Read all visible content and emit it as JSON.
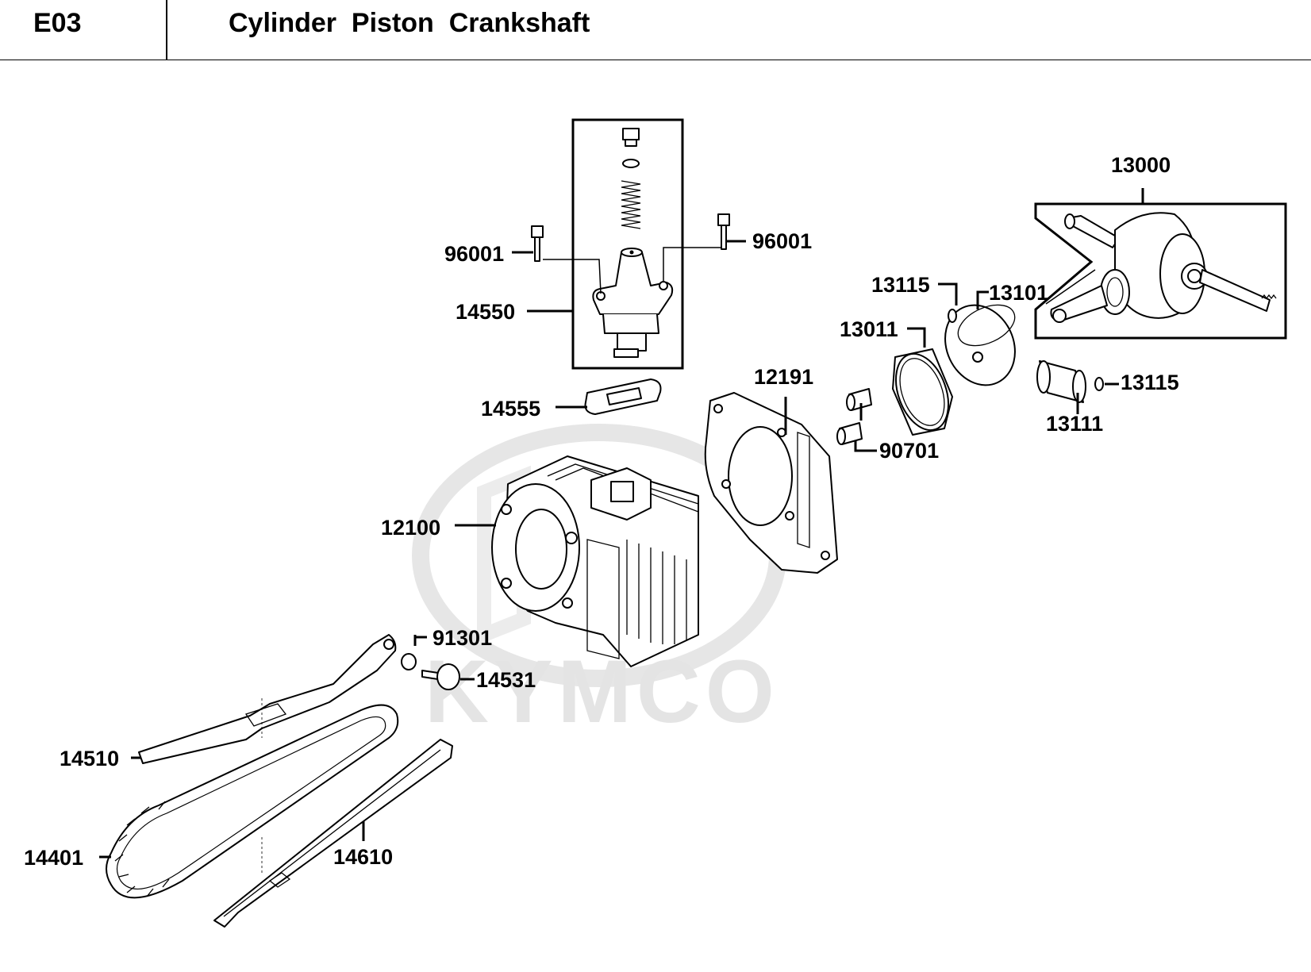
{
  "header": {
    "section_code": "E03",
    "title": "Cylinder  Piston  Crankshaft"
  },
  "watermark": {
    "brand": "KYMCO"
  },
  "parts": {
    "p96001_left": "96001",
    "p96001_right": "96001",
    "p14550": "14550",
    "p14555": "14555",
    "p12100": "12100",
    "p12191": "12191",
    "p90701": "90701",
    "p13011": "13011",
    "p13115_top": "13115",
    "p13101": "13101",
    "p13000": "13000",
    "p13115_right": "13115",
    "p13111": "13111",
    "p91301": "91301",
    "p14531": "14531",
    "p14510": "14510",
    "p14401": "14401",
    "p14610": "14610"
  }
}
